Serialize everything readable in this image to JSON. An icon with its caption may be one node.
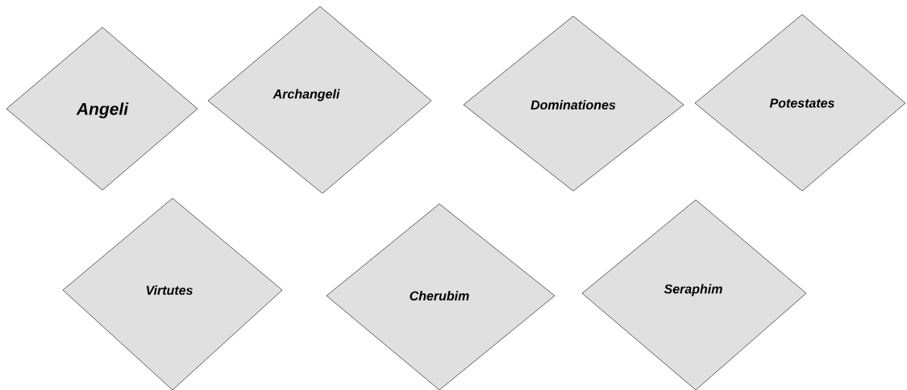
{
  "diagram": {
    "nodes": [
      {
        "text": [
          "Angeli"
        ]
      },
      {
        "text": [
          "Archangeli"
        ]
      },
      {
        "text": [
          "Dominationes"
        ]
      },
      {
        "text": [
          "Potestates"
        ]
      },
      {
        "text": [
          "Virtutes"
        ]
      },
      {
        "text": [
          "Cherubim"
        ]
      },
      {
        "text": [
          "Seraphim"
        ]
      }
    ]
  }
}
